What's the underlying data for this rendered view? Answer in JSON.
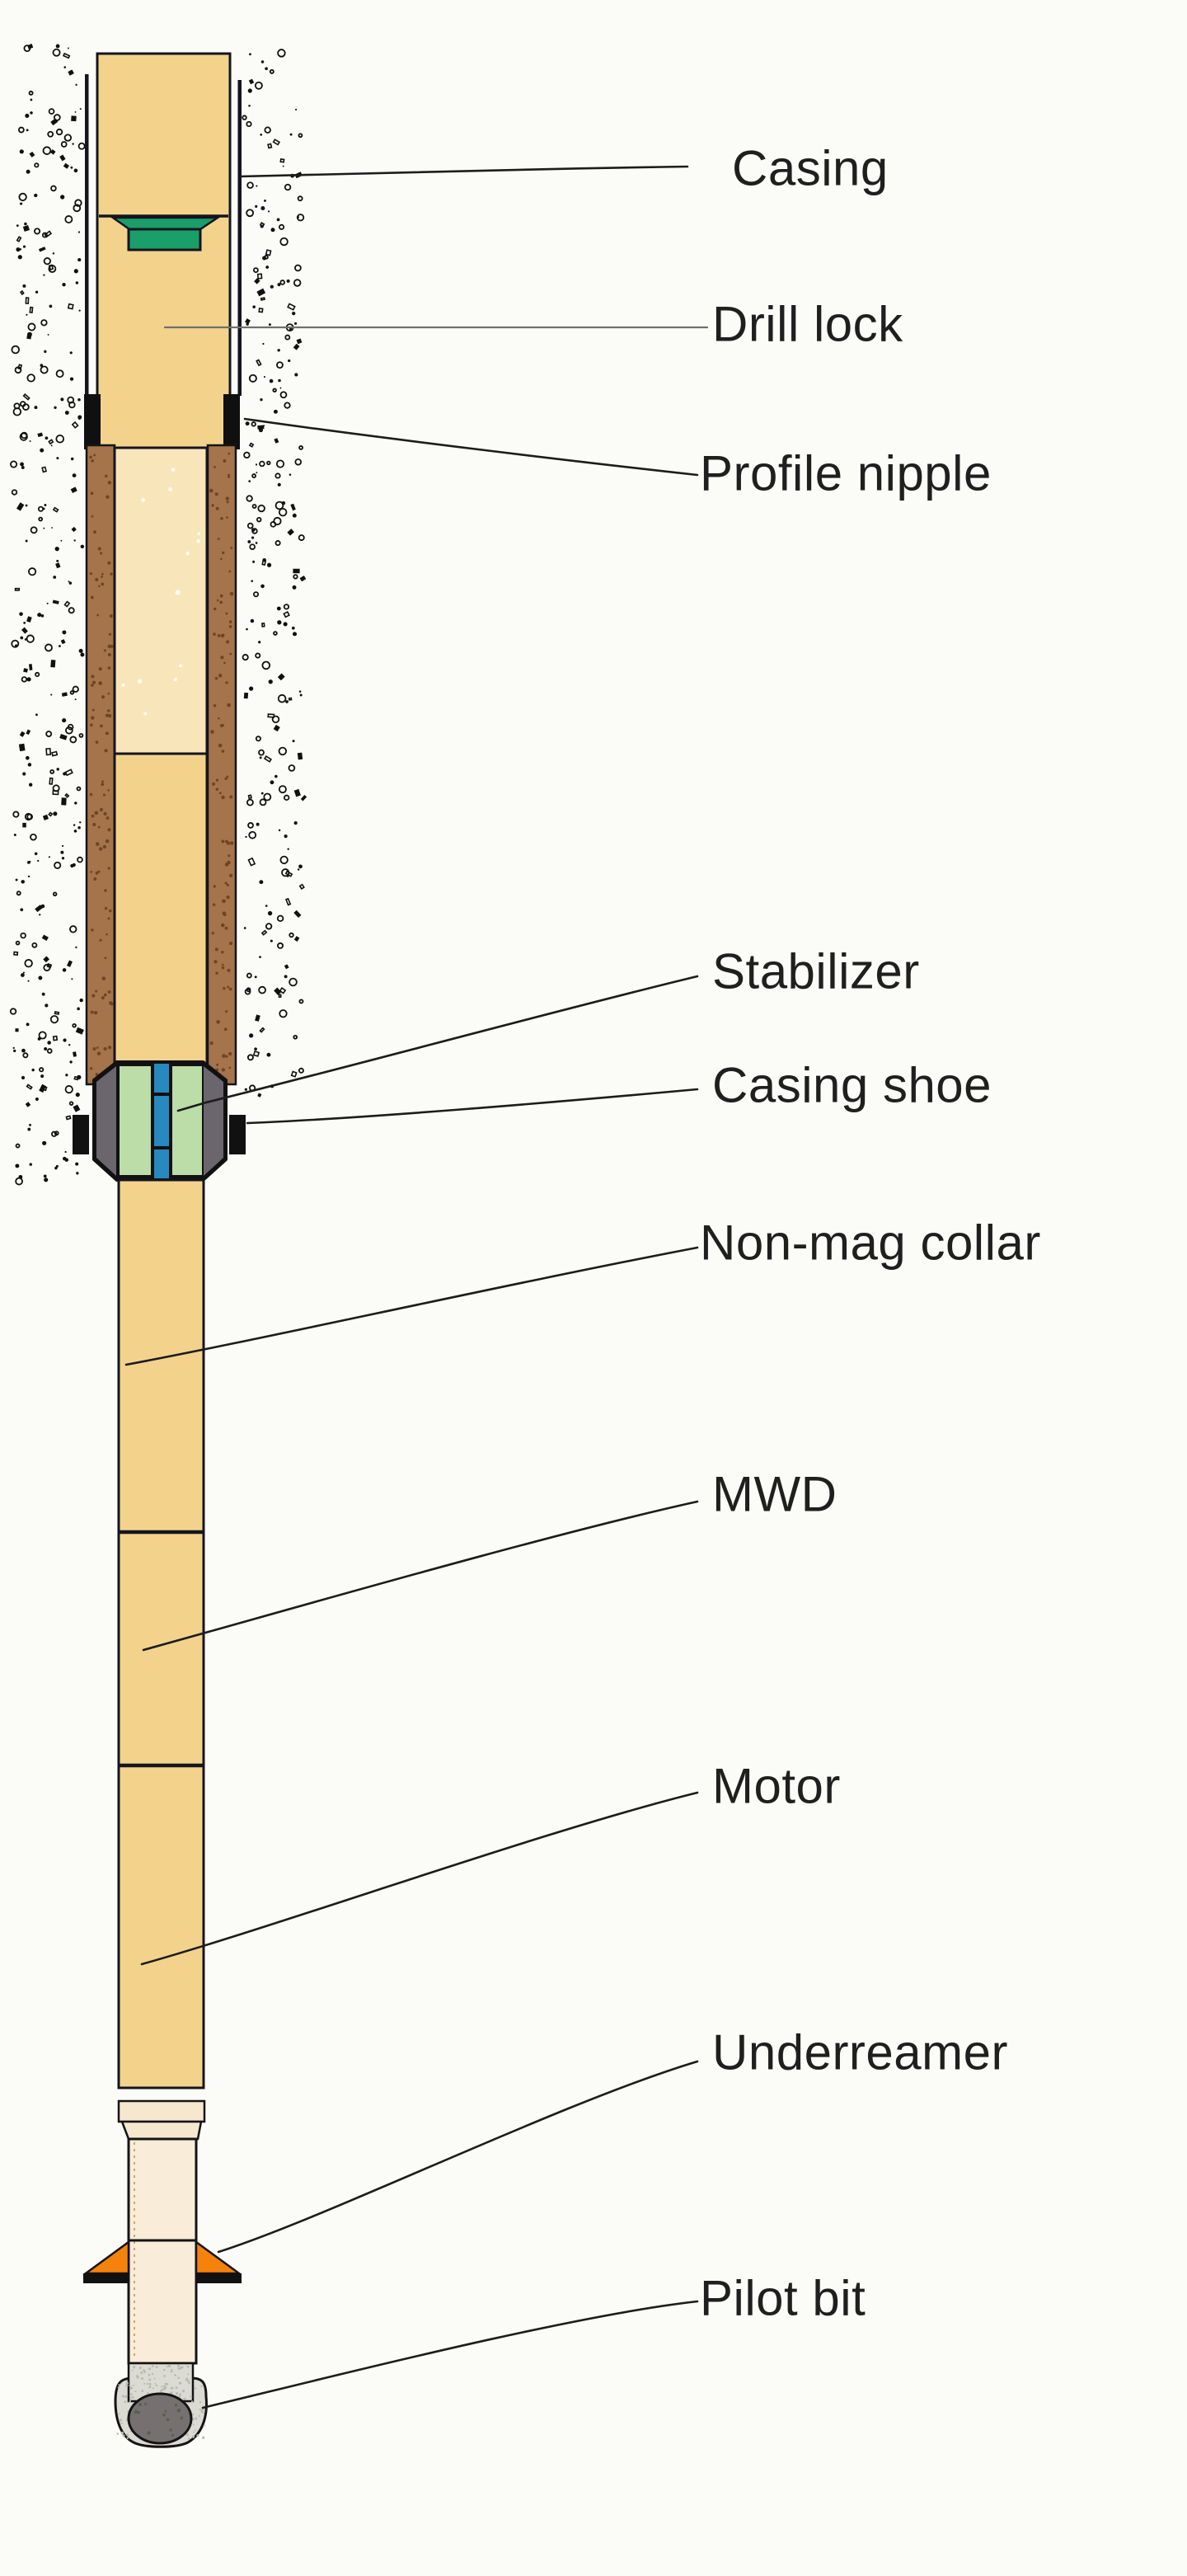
{
  "figure": {
    "type": "technical-diagram",
    "subject": "Drilling-with-casing bottomhole assembly (wellbore cross-section)"
  },
  "colors": {
    "background": "#fbfcf7",
    "outline": "#15151f",
    "pipe_tan": "#f3d38c",
    "pipe_cream": "#f8e6ba",
    "pipe_light": "#f9ecd8",
    "neck_cream": "#f6e8ce",
    "wall_brown": "#a5744a",
    "wall_brown_dot": "#6e4526",
    "lock_green": "#1a9e6a",
    "stabilizer_green": "#bcdca8",
    "stabilizer_blue": "#2789bf",
    "wedge_gray": "#6b656d",
    "wing_orange": "#f5820b",
    "bit_gray_light": "#dbdbd3",
    "bit_gray_dark": "#767070",
    "leader_black": "#1c1c1c",
    "leader_gray": "#6f6f6f",
    "label_text": "#1f1f1f"
  },
  "labels": [
    {
      "id": "casing",
      "text": "Casing"
    },
    {
      "id": "drill-lock",
      "text": "Drill lock"
    },
    {
      "id": "profile-nipple",
      "text": "Profile nipple"
    },
    {
      "id": "stabilizer",
      "text": "Stabilizer"
    },
    {
      "id": "casing-shoe",
      "text": "Casing shoe"
    },
    {
      "id": "non-mag-collar",
      "text": "Non-mag collar"
    },
    {
      "id": "mwd",
      "text": "MWD"
    },
    {
      "id": "motor",
      "text": "Motor"
    },
    {
      "id": "underreamer",
      "text": "Underreamer"
    },
    {
      "id": "pilot-bit",
      "text": "Pilot bit"
    }
  ]
}
